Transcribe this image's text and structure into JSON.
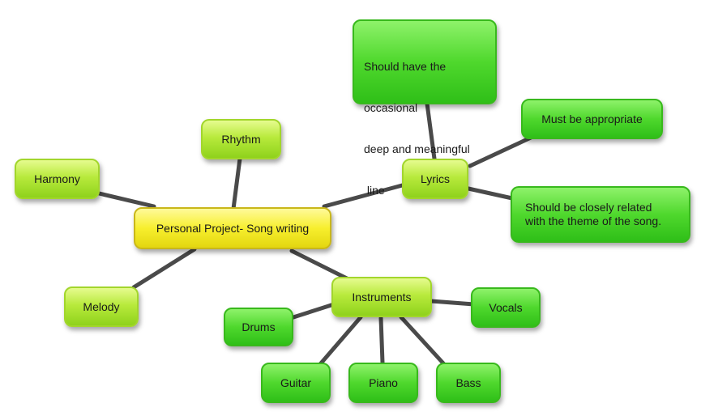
{
  "diagram": {
    "central": "Personal Project- Song writing",
    "nodes": {
      "rhythm": "Rhythm",
      "harmony": "Harmony",
      "melody": "Melody",
      "lyrics": "Lyrics",
      "instruments": "Instruments",
      "lyrics_note_1": [
        "Should have the",
        "occasional",
        "deep and meaningful",
        " line"
      ],
      "lyrics_note_2": "Must be appropriate",
      "lyrics_note_3": "Should be closely related\nwith the theme of the song.",
      "drums": "Drums",
      "guitar": "Guitar",
      "piano": "Piano",
      "bass": "Bass",
      "vocals": "Vocals"
    },
    "colors": {
      "connector": "#4a4a4a",
      "central_fill": "#f7ef2e",
      "branch_fill": "#b8ea3c",
      "leaf_fill": "#4fd82d"
    }
  }
}
